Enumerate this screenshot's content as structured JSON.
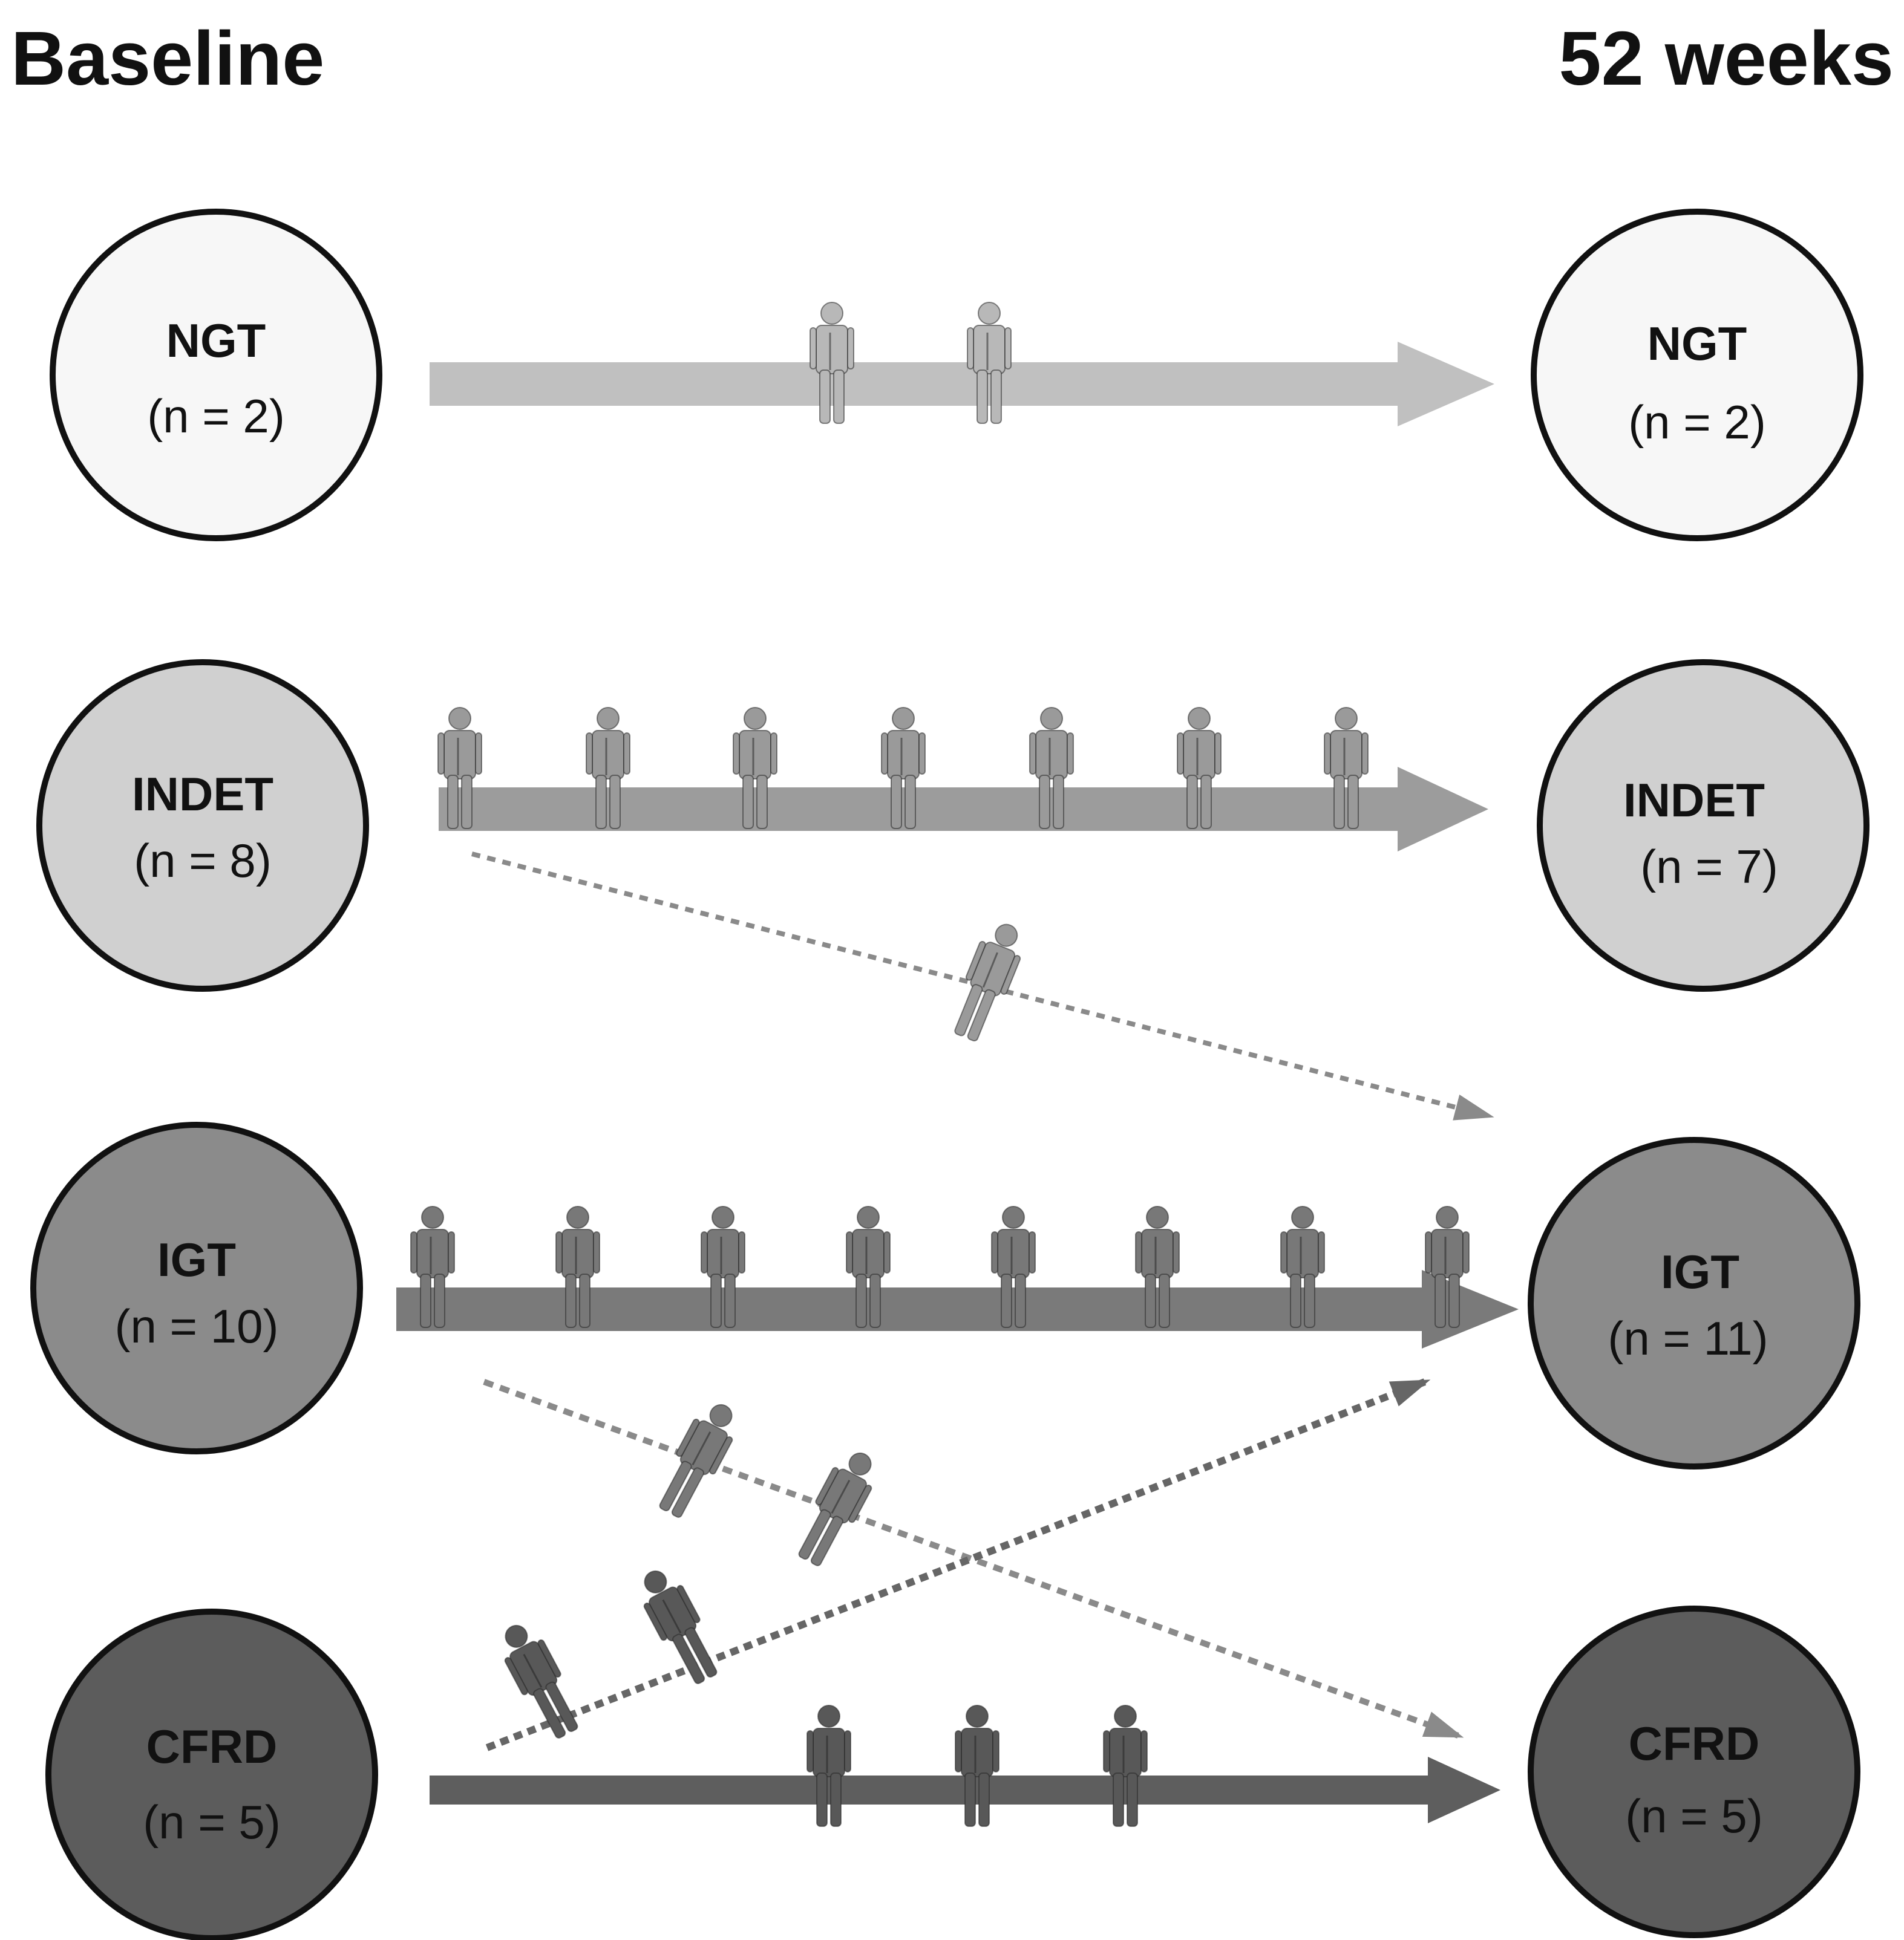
{
  "headers": {
    "left": "Baseline",
    "right": "52  weeks"
  },
  "baseline": [
    {
      "name": "NGT",
      "count": "(n = 2)",
      "fill": "#f7f7f7"
    },
    {
      "name": "INDET",
      "count": "(n = 8)",
      "fill": "#d0d0d0"
    },
    {
      "name": "IGT",
      "count": "(n = 10)",
      "fill": "#8b8b8b"
    },
    {
      "name": "CFRD",
      "count": "(n = 5)",
      "fill": "#5c5c5c"
    }
  ],
  "week52": [
    {
      "name": "NGT",
      "count": "(n = 2)",
      "fill": "#f7f7f7"
    },
    {
      "name": "INDET",
      "count": "(n = 7)",
      "fill": "#d0d0d0"
    },
    {
      "name": "IGT",
      "count": "(n = 11)",
      "fill": "#8b8b8b"
    },
    {
      "name": "CFRD",
      "count": "(n = 5)",
      "fill": "#5c5c5c"
    }
  ],
  "transitions": [
    {
      "from": "NGT",
      "to": "NGT",
      "people": 2,
      "style": "solid",
      "color": "#c0c0c0"
    },
    {
      "from": "INDET",
      "to": "INDET",
      "people": 7,
      "style": "solid",
      "color": "#9c9c9c"
    },
    {
      "from": "INDET",
      "to": "IGT",
      "people": 1,
      "style": "dotted",
      "color": "#8a8a8a"
    },
    {
      "from": "IGT",
      "to": "IGT",
      "people": 8,
      "style": "solid",
      "color": "#7a7a7a"
    },
    {
      "from": "IGT",
      "to": "CFRD",
      "people": 2,
      "style": "dotted",
      "color": "#8a8a8a"
    },
    {
      "from": "CFRD",
      "to": "IGT",
      "people": 2,
      "style": "dotted",
      "color": "#666666"
    },
    {
      "from": "CFRD",
      "to": "CFRD",
      "people": 3,
      "style": "solid",
      "color": "#5e5e5e"
    }
  ],
  "person_colors": {
    "NGT": "#b8b8b8",
    "INDET": "#9a9a9a",
    "IGT": "#787878",
    "CFRD": "#585858"
  },
  "icons": {
    "person": "person-icon"
  }
}
